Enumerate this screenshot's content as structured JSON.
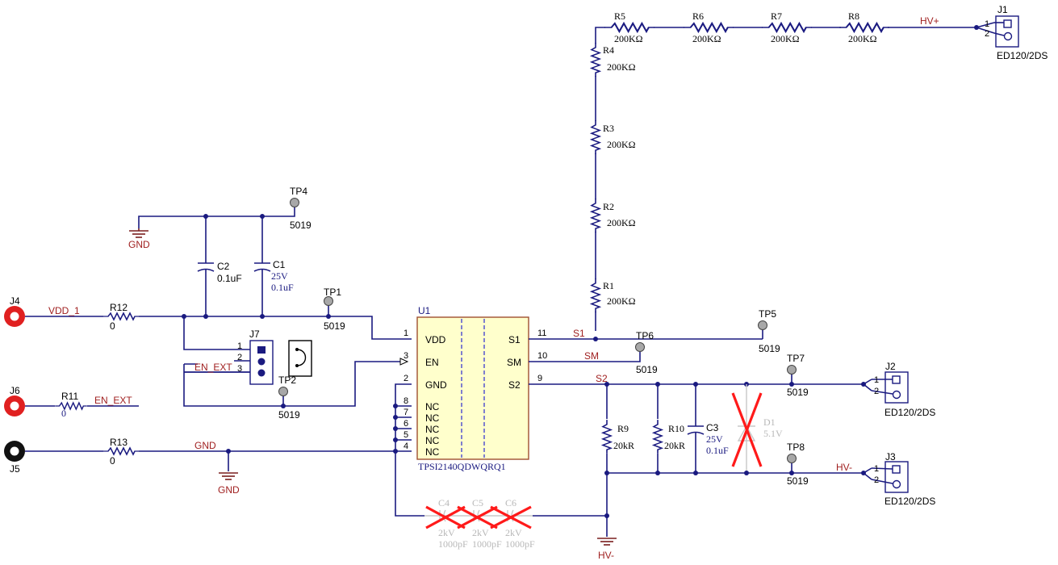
{
  "net_labels": {
    "hv_plus": "HV+",
    "hv_minus": "HV-",
    "vdd_1": "VDD_1",
    "en_ext_r11": "EN_EXT",
    "en_ext_j7": "EN_EXT",
    "gnd_r13": "GND",
    "gnd_top": "GND",
    "gnd_bottom": "GND",
    "hv_minus_bottom": "HV-",
    "s1": "S1",
    "sm": "SM",
    "s2": "S2"
  },
  "resistors": {
    "R1": {
      "ref": "R1",
      "value": "200KΩ"
    },
    "R2": {
      "ref": "R2",
      "value": "200KΩ"
    },
    "R3": {
      "ref": "R3",
      "value": "200KΩ"
    },
    "R4": {
      "ref": "R4",
      "value": "200KΩ"
    },
    "R5": {
      "ref": "R5",
      "value": "200KΩ"
    },
    "R6": {
      "ref": "R6",
      "value": "200KΩ"
    },
    "R7": {
      "ref": "R7",
      "value": "200KΩ"
    },
    "R8": {
      "ref": "R8",
      "value": "200KΩ"
    },
    "R9": {
      "ref": "R9",
      "value": "20kR"
    },
    "R10": {
      "ref": "R10",
      "value": "20kR"
    },
    "R11": {
      "ref": "R11",
      "value": "0"
    },
    "R12": {
      "ref": "R12",
      "value": "0"
    },
    "R13": {
      "ref": "R13",
      "value": "0"
    }
  },
  "capacitors": {
    "C1": {
      "ref": "C1",
      "voltage": "25V",
      "value": "0.1uF"
    },
    "C2": {
      "ref": "C2",
      "value": "0.1uF"
    },
    "C3": {
      "ref": "C3",
      "voltage": "25V",
      "value": "0.1uF"
    },
    "C4": {
      "ref": "C4",
      "voltage": "2kV",
      "value": "1000pF"
    },
    "C5": {
      "ref": "C5",
      "voltage": "2kV",
      "value": "1000pF"
    },
    "C6": {
      "ref": "C6",
      "voltage": "2kV",
      "value": "1000pF"
    }
  },
  "diode": {
    "ref": "D1",
    "value": "5.1V"
  },
  "test_points": {
    "TP1": {
      "ref": "TP1",
      "part": "5019"
    },
    "TP2": {
      "ref": "TP2",
      "part": "5019"
    },
    "TP4": {
      "ref": "TP4",
      "part": "5019"
    },
    "TP5": {
      "ref": "TP5",
      "part": "5019"
    },
    "TP6": {
      "ref": "TP6",
      "part": "5019"
    },
    "TP7": {
      "ref": "TP7",
      "part": "5019"
    },
    "TP8": {
      "ref": "TP8",
      "part": "5019"
    }
  },
  "connectors": {
    "J1": {
      "ref": "J1",
      "part": "ED120/2DS",
      "pin1": "1",
      "pin2": "2"
    },
    "J2": {
      "ref": "J2",
      "part": "ED120/2DS",
      "pin1": "1",
      "pin2": "2"
    },
    "J3": {
      "ref": "J3",
      "part": "ED120/2DS",
      "pin1": "1",
      "pin2": "2"
    },
    "J4": {
      "ref": "J4"
    },
    "J5": {
      "ref": "J5"
    },
    "J6": {
      "ref": "J6"
    },
    "J7": {
      "ref": "J7",
      "pin1": "1",
      "pin2": "2",
      "pin3": "3"
    }
  },
  "ic": {
    "ref": "U1",
    "part": "TPSI2140QDWQRQ1",
    "left_pins": [
      {
        "num": "1",
        "name": "VDD"
      },
      {
        "num": "3",
        "name": "EN"
      },
      {
        "num": "2",
        "name": "GND"
      },
      {
        "num": "8",
        "name": "NC"
      },
      {
        "num": "7",
        "name": "NC"
      },
      {
        "num": "6",
        "name": "NC"
      },
      {
        "num": "5",
        "name": "NC"
      },
      {
        "num": "4",
        "name": "NC"
      }
    ],
    "right_pins": [
      {
        "num": "11",
        "name": "S1"
      },
      {
        "num": "10",
        "name": "SM"
      },
      {
        "num": "9",
        "name": "S2"
      }
    ]
  },
  "colors": {
    "wire": "#1a1a80",
    "ic_fill": "#ffffcc",
    "ic_border": "#a05030",
    "net_label": "#a02020",
    "dnp_cross": "#ff1a1a",
    "test_point": "#a8a8a8"
  }
}
